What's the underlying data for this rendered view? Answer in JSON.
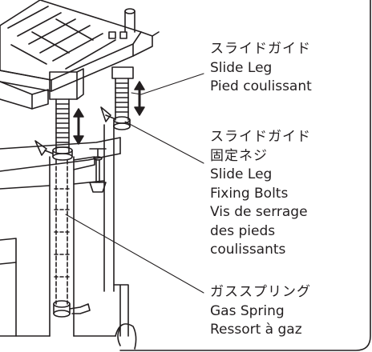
{
  "callouts": [
    {
      "jp": "スライドガイド",
      "en": "Slide Leg",
      "fr": "Pied coulissant"
    },
    {
      "jp1": "スライドガイド",
      "jp2": "固定ネジ",
      "en1": "Slide Leg",
      "en2": "Fixing Bolts",
      "fr1": "Vis de serrage",
      "fr2": "des pieds",
      "fr3": "coulissants"
    },
    {
      "jp": "ガススプリング",
      "en": "Gas Spring",
      "fr": "Ressort à gaz"
    }
  ]
}
